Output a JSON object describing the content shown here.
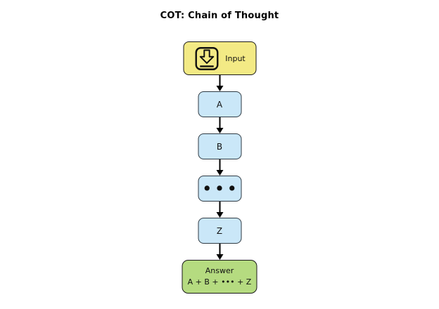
{
  "title": "COT: Chain of Thought",
  "diagram": {
    "input_node": {
      "label": "Input",
      "icon": "download-input-icon"
    },
    "chain_nodes": [
      {
        "label": "A"
      },
      {
        "label": "B"
      },
      {
        "label": "•••"
      },
      {
        "label": "Z"
      }
    ],
    "answer_node": {
      "label": "Answer",
      "formula": "A + B + ••• + Z"
    },
    "colors": {
      "background": "#FFFFFF",
      "input_fill": "#F3EA85",
      "step_fill": "#CAE7F8",
      "answer_fill": "#B5DB80",
      "arrow": "#000000"
    }
  }
}
